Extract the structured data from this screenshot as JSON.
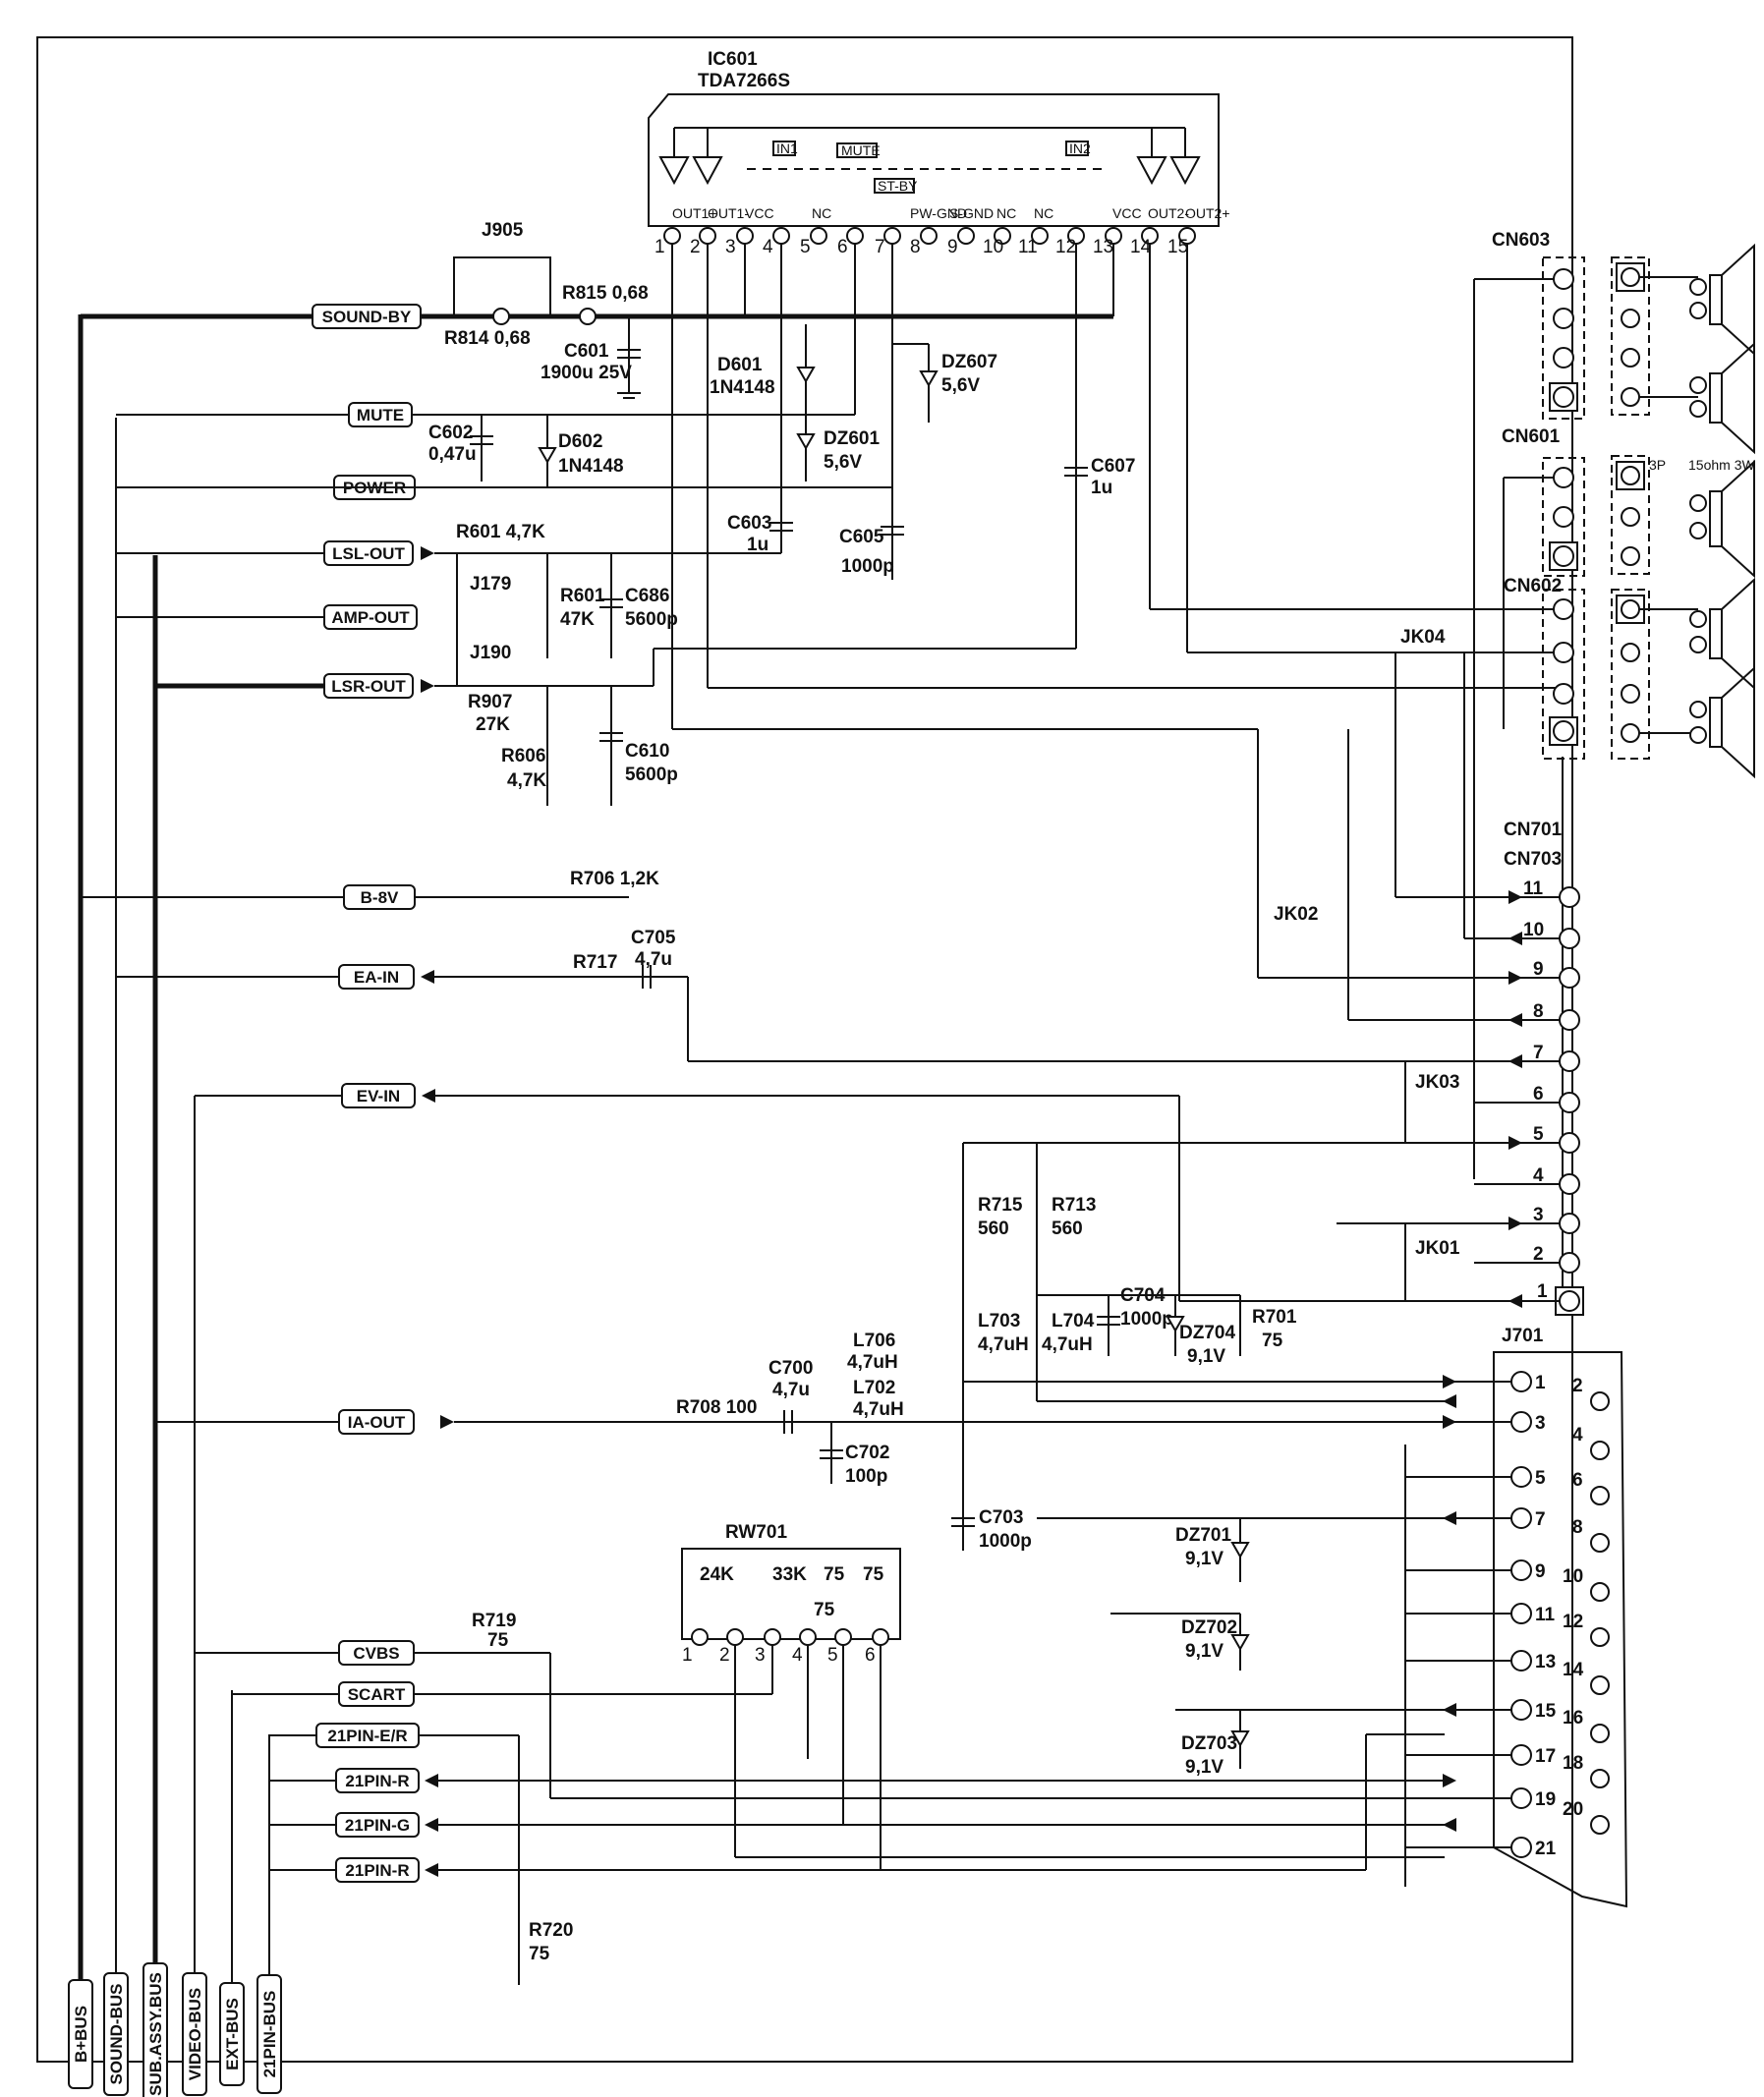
{
  "ic": {
    "ref": "IC601",
    "part": "TDA7266S",
    "internal_labels": [
      "OUT1+",
      "OUT1-",
      "VCC",
      "NC",
      "PW-GND",
      "S-GND",
      "NC",
      "NC",
      "VCC",
      "OUT2-",
      "OUT2+",
      "MUTE",
      "ST-BY",
      "IN1",
      "IN2"
    ],
    "pins": [
      "1",
      "2",
      "3",
      "4",
      "5",
      "6",
      "7",
      "8",
      "9",
      "10",
      "11",
      "12",
      "13",
      "14",
      "15"
    ]
  },
  "bus_labels": [
    "SOUND-BY",
    "MUTE",
    "POWER",
    "LSL-OUT",
    "AMP-OUT",
    "LSR-OUT",
    "B-8V",
    "EA-IN",
    "EV-IN",
    "IA-OUT",
    "CVBS",
    "SCART",
    "21PIN-E/R",
    "21PIN-R",
    "21PIN-G",
    "21PIN-R"
  ],
  "vertical_buses": [
    "B+BUS",
    "SOUND-BUS",
    "SUB.ASSY.BUS",
    "VIDEO-BUS",
    "EXT-BUS",
    "21PIN-BUS"
  ],
  "components": [
    "J905",
    "R815 0,68",
    "R814 0,68",
    "C601",
    "1900u 25V",
    "D601",
    "1N4148",
    "DZ607",
    "5,6V",
    "C602",
    "0,47u",
    "D602",
    "1N4148",
    "DZ601",
    "5,6V",
    "C607",
    "1u",
    "R601 4,7K",
    "C603",
    "1u",
    "C605",
    "1000p",
    "J179",
    "R601",
    "47K",
    "C686",
    "5600p",
    "J190",
    "R907",
    "27K",
    "R606",
    "4,7K",
    "C610",
    "5600p",
    "R706 1,2K",
    "R717",
    "C705",
    "4,7u",
    "R715",
    "560",
    "R713",
    "560",
    "L703",
    "4,7uH",
    "L704",
    "4,7uH",
    "C704",
    "1000p",
    "DZ704",
    "9,1V",
    "R701",
    "75",
    "L706",
    "4,7uH",
    "L702",
    "4,7uH",
    "R708 100",
    "C700",
    "4,7u",
    "C702",
    "100p",
    "C703",
    "1000p",
    "DZ701",
    "9,1V",
    "DZ702",
    "9,1V",
    "DZ703",
    "9,1V",
    "RW701",
    "24K",
    "33K",
    "75",
    "75",
    "75",
    "R719",
    "75",
    "R720",
    "75"
  ],
  "connectors": {
    "cn603": "CN603",
    "cn601": "CN601",
    "cn602": "CN602",
    "cn701": "CN701",
    "cn703": "CN703",
    "cn_pins": [
      "11",
      "10",
      "9",
      "8",
      "7",
      "6",
      "5",
      "4",
      "3",
      "2",
      "1"
    ],
    "j701": "J701",
    "j701_left_pins": [
      "1",
      "3",
      "5",
      "7",
      "9",
      "11",
      "13",
      "15",
      "17",
      "19",
      "21"
    ],
    "j701_right_pins": [
      "2",
      "4",
      "6",
      "8",
      "10",
      "12",
      "14",
      "16",
      "18",
      "20"
    ],
    "speaker_tags": [
      "3P",
      "15ohm 3W"
    ]
  },
  "jumpers": [
    "JK04",
    "JK02",
    "JK03",
    "JK01"
  ]
}
